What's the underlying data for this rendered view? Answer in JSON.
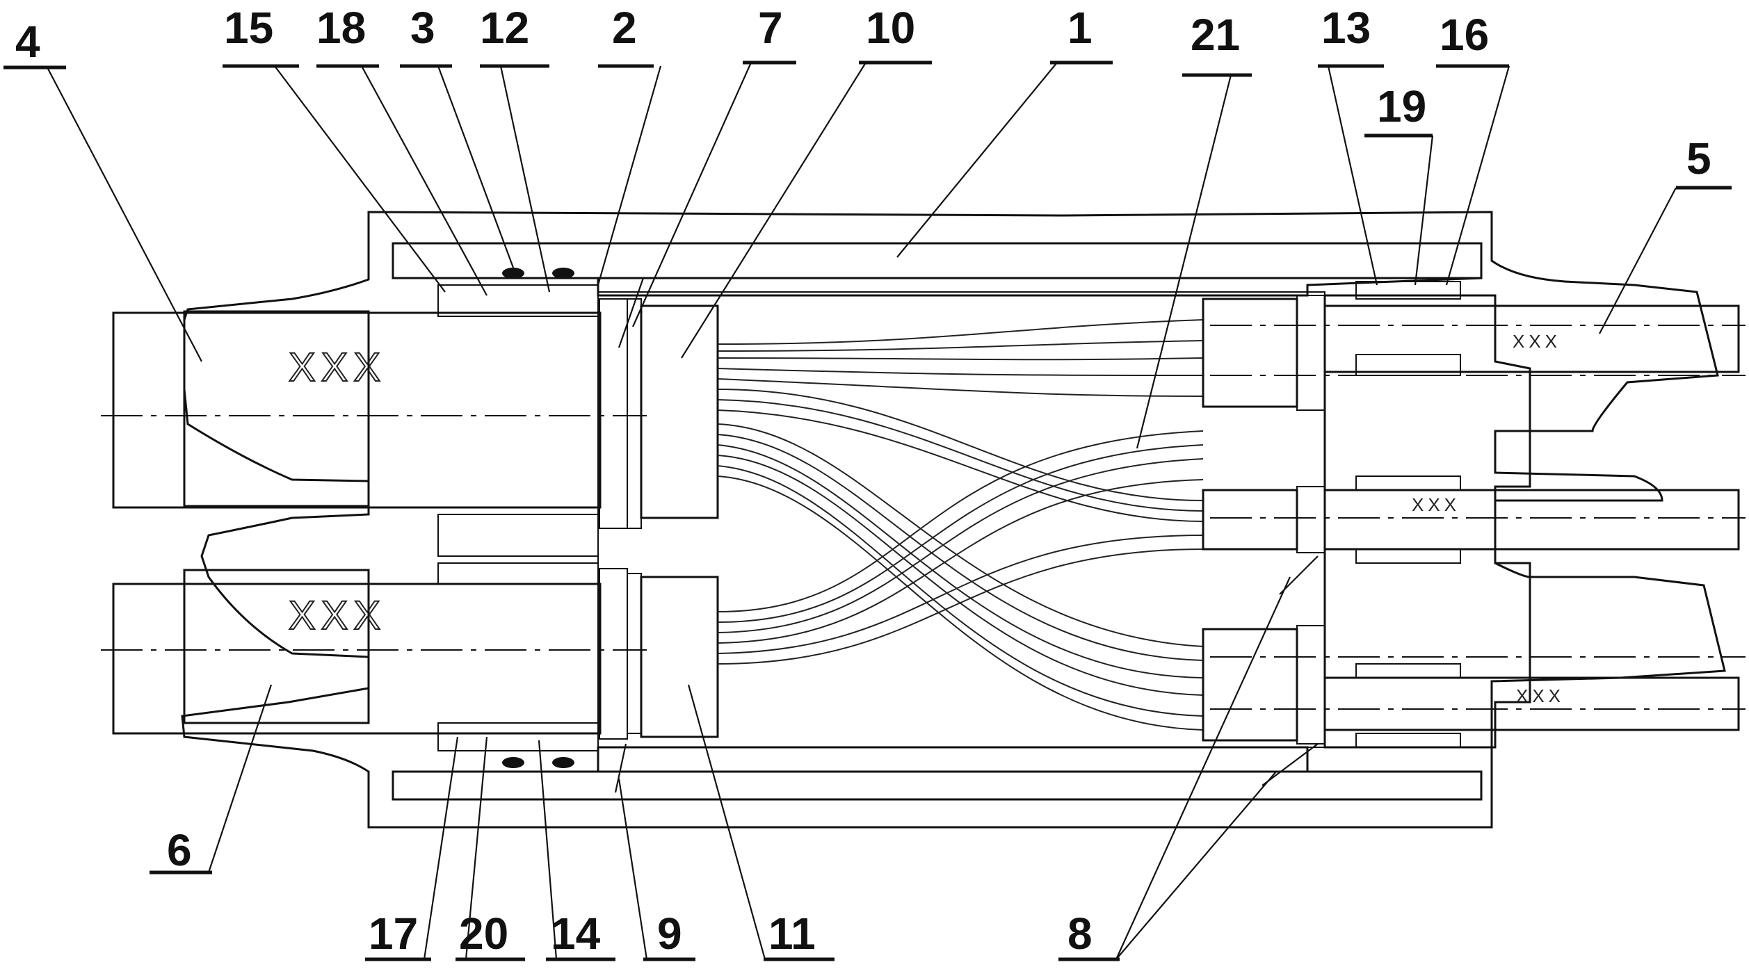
{
  "figure": {
    "callouts": [
      "1",
      "2",
      "3",
      "4",
      "5",
      "6",
      "7",
      "8",
      "9",
      "10",
      "11",
      "12",
      "13",
      "14",
      "15",
      "16",
      "17",
      "18",
      "19",
      "20",
      "21"
    ],
    "cable_marks": {
      "upper_left": "XXX",
      "lower_left": "XXX",
      "right_top": "XXX",
      "right_middle": "XXX",
      "right_bottom": "XXX"
    }
  }
}
